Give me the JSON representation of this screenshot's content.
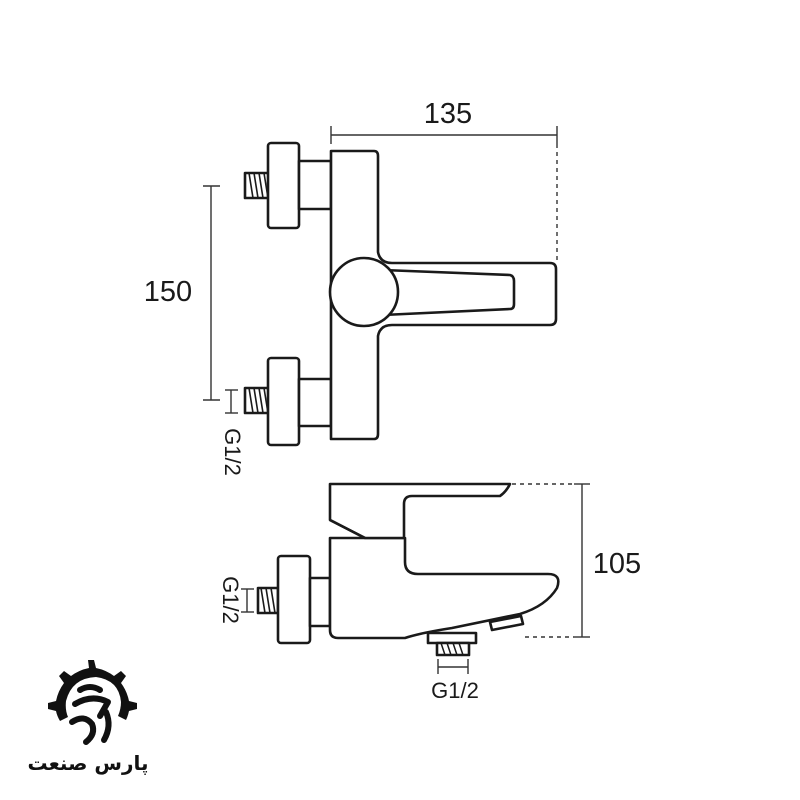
{
  "diagram": {
    "dimensions": {
      "width_top": "135",
      "height_top": "150",
      "height_side": "105",
      "thread_top_left": "G1/2",
      "thread_side_left": "G1/2",
      "thread_bottom": "G1/2"
    },
    "brand": {
      "name": "پارس صنعت"
    },
    "colors": {
      "stroke": "#1a1a1a",
      "dimension": "#333333",
      "background": "#ffffff"
    }
  }
}
